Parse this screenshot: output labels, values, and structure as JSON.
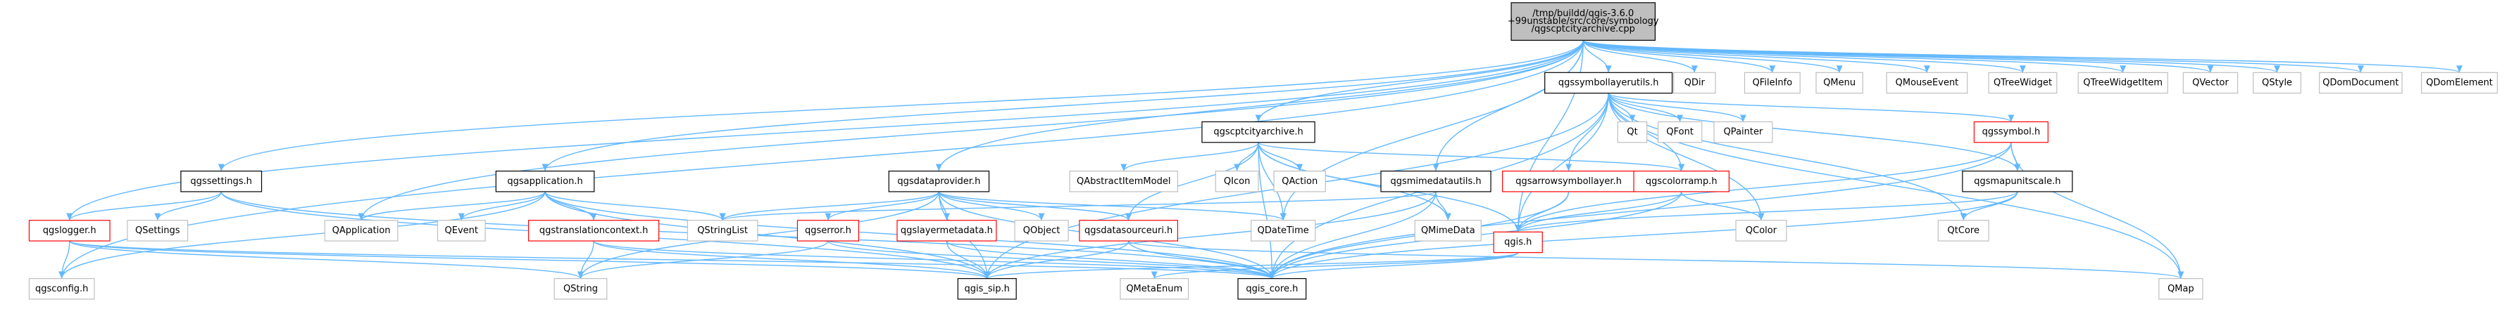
{
  "colors": {
    "root_fill": "#bfbfbf",
    "normal_fill": "#ffffff",
    "normal_border": "#000000",
    "red_border": "#ff0000",
    "gray_border": "#bfbfbf",
    "edge": "#63b8ff",
    "text": "#000000"
  },
  "graph": {
    "nodes": [
      {
        "id": "root",
        "lines": [
          "/tmp/buildd/qgis-3.6.0",
          "+99unstable/src/core/symbology",
          "/qgscptcityarchive.cpp"
        ],
        "style": "root"
      },
      {
        "id": "qgslogger",
        "lines": [
          "qgslogger.h"
        ],
        "style": "red"
      },
      {
        "id": "qgsconfig",
        "lines": [
          "qgsconfig.h"
        ],
        "style": "gray"
      },
      {
        "id": "qgssettings",
        "lines": [
          "qgssettings.h"
        ],
        "style": "normal"
      },
      {
        "id": "qsettings",
        "lines": [
          "QSettings"
        ],
        "style": "gray"
      },
      {
        "id": "qgsapplication",
        "lines": [
          "qgsapplication.h"
        ],
        "style": "normal"
      },
      {
        "id": "qapplication",
        "lines": [
          "QApplication"
        ],
        "style": "gray"
      },
      {
        "id": "qevent",
        "lines": [
          "QEvent"
        ],
        "style": "gray"
      },
      {
        "id": "qgstranslationcontext",
        "lines": [
          "qgstranslationcontext.h"
        ],
        "style": "red"
      },
      {
        "id": "qstring",
        "lines": [
          "QString"
        ],
        "style": "gray"
      },
      {
        "id": "qgsdataprovider",
        "lines": [
          "qgsdataprovider.h"
        ],
        "style": "normal"
      },
      {
        "id": "qstringlist",
        "lines": [
          "QStringList"
        ],
        "style": "gray"
      },
      {
        "id": "qgserror",
        "lines": [
          "qgserror.h"
        ],
        "style": "red"
      },
      {
        "id": "qgslayermetadata",
        "lines": [
          "qgslayermetadata.h"
        ],
        "style": "red"
      },
      {
        "id": "qobject",
        "lines": [
          "QObject"
        ],
        "style": "gray"
      },
      {
        "id": "qgsdatasourceuri",
        "lines": [
          "qgsdatasourceuri.h"
        ],
        "style": "red"
      },
      {
        "id": "qdatetime",
        "lines": [
          "QDateTime"
        ],
        "style": "gray"
      },
      {
        "id": "qgis_sip",
        "lines": [
          "qgis_sip.h"
        ],
        "style": "normal"
      },
      {
        "id": "qmetaenum",
        "lines": [
          "QMetaEnum"
        ],
        "style": "gray"
      },
      {
        "id": "qgis_core",
        "lines": [
          "qgis_core.h"
        ],
        "style": "normal"
      },
      {
        "id": "qgscptcityarchive",
        "lines": [
          "qgscptcityarchive.h"
        ],
        "style": "normal"
      },
      {
        "id": "qabstractitemmodel",
        "lines": [
          "QAbstractItemModel"
        ],
        "style": "gray"
      },
      {
        "id": "qicon",
        "lines": [
          "QIcon"
        ],
        "style": "gray"
      },
      {
        "id": "qaction",
        "lines": [
          "QAction"
        ],
        "style": "gray"
      },
      {
        "id": "qgsmimedatautils",
        "lines": [
          "qgsmimedatautils.h"
        ],
        "style": "normal"
      },
      {
        "id": "qmimedata",
        "lines": [
          "QMimeData"
        ],
        "style": "gray"
      },
      {
        "id": "qgssymbollayerutils",
        "lines": [
          "qgssymbollayerutils.h"
        ],
        "style": "normal"
      },
      {
        "id": "qt",
        "lines": [
          "Qt"
        ],
        "style": "gray"
      },
      {
        "id": "qfont",
        "lines": [
          "QFont"
        ],
        "style": "gray"
      },
      {
        "id": "qpainter",
        "lines": [
          "QPainter"
        ],
        "style": "gray"
      },
      {
        "id": "qgsarrowsymbollayer",
        "lines": [
          "qgsarrowsymbollayer.h"
        ],
        "style": "red"
      },
      {
        "id": "qgscolorramp",
        "lines": [
          "qgscolorramp.h"
        ],
        "style": "red"
      },
      {
        "id": "qgis",
        "lines": [
          "qgis.h"
        ],
        "style": "red"
      },
      {
        "id": "qcolor",
        "lines": [
          "QColor"
        ],
        "style": "gray"
      },
      {
        "id": "qgssymbol",
        "lines": [
          "qgssymbol.h"
        ],
        "style": "red"
      },
      {
        "id": "qgsmapunitscale",
        "lines": [
          "qgsmapunitscale.h"
        ],
        "style": "normal"
      },
      {
        "id": "qtcore",
        "lines": [
          "QtCore"
        ],
        "style": "gray"
      },
      {
        "id": "qmap",
        "lines": [
          "QMap"
        ],
        "style": "gray"
      },
      {
        "id": "qdir",
        "lines": [
          "QDir"
        ],
        "style": "gray"
      },
      {
        "id": "qfileinfo",
        "lines": [
          "QFileInfo"
        ],
        "style": "gray"
      },
      {
        "id": "qmenu",
        "lines": [
          "QMenu"
        ],
        "style": "gray"
      },
      {
        "id": "qmouseevent",
        "lines": [
          "QMouseEvent"
        ],
        "style": "gray"
      },
      {
        "id": "qtreewidget",
        "lines": [
          "QTreeWidget"
        ],
        "style": "gray"
      },
      {
        "id": "qtreewidgetitem",
        "lines": [
          "QTreeWidgetItem"
        ],
        "style": "gray"
      },
      {
        "id": "qvector",
        "lines": [
          "QVector"
        ],
        "style": "gray"
      },
      {
        "id": "qstyle",
        "lines": [
          "QStyle"
        ],
        "style": "gray"
      },
      {
        "id": "qdomdocument",
        "lines": [
          "QDomDocument"
        ],
        "style": "gray"
      },
      {
        "id": "qdomelement",
        "lines": [
          "QDomElement"
        ],
        "style": "gray"
      }
    ],
    "edges": [
      [
        "root",
        "qgslogger"
      ],
      [
        "root",
        "qgsconfig"
      ],
      [
        "root",
        "qgssettings"
      ],
      [
        "root",
        "qgsapplication"
      ],
      [
        "root",
        "qapplication"
      ],
      [
        "root",
        "qgsdataprovider"
      ],
      [
        "root",
        "qgscptcityarchive"
      ],
      [
        "root",
        "qdatetime"
      ],
      [
        "root",
        "qgsmimedatautils"
      ],
      [
        "root",
        "qgis"
      ],
      [
        "root",
        "qgssymbollayerutils"
      ],
      [
        "root",
        "qdir"
      ],
      [
        "root",
        "qfileinfo"
      ],
      [
        "root",
        "qmenu"
      ],
      [
        "root",
        "qmouseevent"
      ],
      [
        "root",
        "qtreewidget"
      ],
      [
        "root",
        "qtreewidgetitem"
      ],
      [
        "root",
        "qvector"
      ],
      [
        "root",
        "qstyle"
      ],
      [
        "root",
        "qdomdocument"
      ],
      [
        "root",
        "qdomelement"
      ],
      [
        "qgslogger",
        "qgsconfig"
      ],
      [
        "qgslogger",
        "qstring"
      ],
      [
        "qgslogger",
        "qgis_core"
      ],
      [
        "qgslogger",
        "qgis_sip"
      ],
      [
        "qgssettings",
        "qgslogger"
      ],
      [
        "qgssettings",
        "qsettings"
      ],
      [
        "qgssettings",
        "qgis_core"
      ],
      [
        "qgssettings",
        "qgis_sip"
      ],
      [
        "qgsapplication",
        "qapplication"
      ],
      [
        "qgsapplication",
        "qevent"
      ],
      [
        "qgsapplication",
        "qstringlist"
      ],
      [
        "qgsapplication",
        "qgstranslationcontext"
      ],
      [
        "qgsapplication",
        "qgsconfig"
      ],
      [
        "qgsapplication",
        "qgis_sip"
      ],
      [
        "qgsapplication",
        "qgis_core"
      ],
      [
        "qgstranslationcontext",
        "qstring"
      ],
      [
        "qgstranslationcontext",
        "qgis_core"
      ],
      [
        "qgstranslationcontext",
        "qgis_sip"
      ],
      [
        "qgsdataprovider",
        "qstringlist"
      ],
      [
        "qgsdataprovider",
        "qgserror"
      ],
      [
        "qgsdataprovider",
        "qgslayermetadata"
      ],
      [
        "qgsdataprovider",
        "qobject"
      ],
      [
        "qgsdataprovider",
        "qgsdatasourceuri"
      ],
      [
        "qgsdataprovider",
        "qdatetime"
      ],
      [
        "qgsdataprovider",
        "qgis_sip"
      ],
      [
        "qgsdataprovider",
        "qgis_core"
      ],
      [
        "qgsdataprovider",
        "qstring"
      ],
      [
        "qgserror",
        "qstring"
      ],
      [
        "qgserror",
        "qgis_core"
      ],
      [
        "qgslayermetadata",
        "qgis_sip"
      ],
      [
        "qgslayermetadata",
        "qgis_core"
      ],
      [
        "qgsdatasourceuri",
        "qgis_core"
      ],
      [
        "qgsdatasourceuri",
        "qgis_sip"
      ],
      [
        "qgsdatasourceuri",
        "qmap"
      ],
      [
        "qgscptcityarchive",
        "qabstractitemmodel"
      ],
      [
        "qgscptcityarchive",
        "qicon"
      ],
      [
        "qgscptcityarchive",
        "qaction"
      ],
      [
        "qgscptcityarchive",
        "qmimedata"
      ],
      [
        "qgscptcityarchive",
        "qdatetime"
      ],
      [
        "qgscptcityarchive",
        "qgis"
      ],
      [
        "qgscptcityarchive",
        "qgscolorramp"
      ],
      [
        "qgscptcityarchive",
        "qgis_core"
      ],
      [
        "qgscptcityarchive",
        "qgsdatasourceuri"
      ],
      [
        "qgsmimedatautils",
        "qmimedata"
      ],
      [
        "qgsmimedatautils",
        "qstringlist"
      ],
      [
        "qgsmimedatautils",
        "qgis_core"
      ],
      [
        "qgsmimedatautils",
        "qgis_sip"
      ],
      [
        "qgssymbollayerutils",
        "qt"
      ],
      [
        "qgssymbollayerutils",
        "qfont"
      ],
      [
        "qgssymbollayerutils",
        "qpainter"
      ],
      [
        "qgssymbollayerutils",
        "qgsarrowsymbollayer"
      ],
      [
        "qgssymbollayerutils",
        "qgscolorramp"
      ],
      [
        "qgssymbollayerutils",
        "qgssymbol"
      ],
      [
        "qgssymbollayerutils",
        "qgsmapunitscale"
      ],
      [
        "qgssymbollayerutils",
        "qgis"
      ],
      [
        "qgssymbollayerutils",
        "qcolor"
      ],
      [
        "qgssymbollayerutils",
        "qtcore"
      ],
      [
        "qgssymbollayerutils",
        "qmap"
      ],
      [
        "qgssymbollayerutils",
        "qgis_core"
      ],
      [
        "qgssymbollayerutils",
        "qgis_sip"
      ],
      [
        "qgsarrowsymbollayer",
        "qgis"
      ],
      [
        "qgsarrowsymbollayer",
        "qgis_core"
      ],
      [
        "qgscolorramp",
        "qgis"
      ],
      [
        "qgscolorramp",
        "qcolor"
      ],
      [
        "qgscolorramp",
        "qgis_core"
      ],
      [
        "qgis",
        "qgis_sip"
      ],
      [
        "qgis",
        "qmetaenum"
      ],
      [
        "qgis",
        "qgis_core"
      ],
      [
        "qgssymbol",
        "qgis"
      ],
      [
        "qgssymbol",
        "qgsmapunitscale"
      ],
      [
        "qgssymbol",
        "qmap"
      ],
      [
        "qgssymbol",
        "qgis_core"
      ],
      [
        "qgsmapunitscale",
        "qgis"
      ],
      [
        "qgsmapunitscale",
        "qtcore"
      ],
      [
        "qgsmapunitscale",
        "qgis_core"
      ]
    ]
  }
}
